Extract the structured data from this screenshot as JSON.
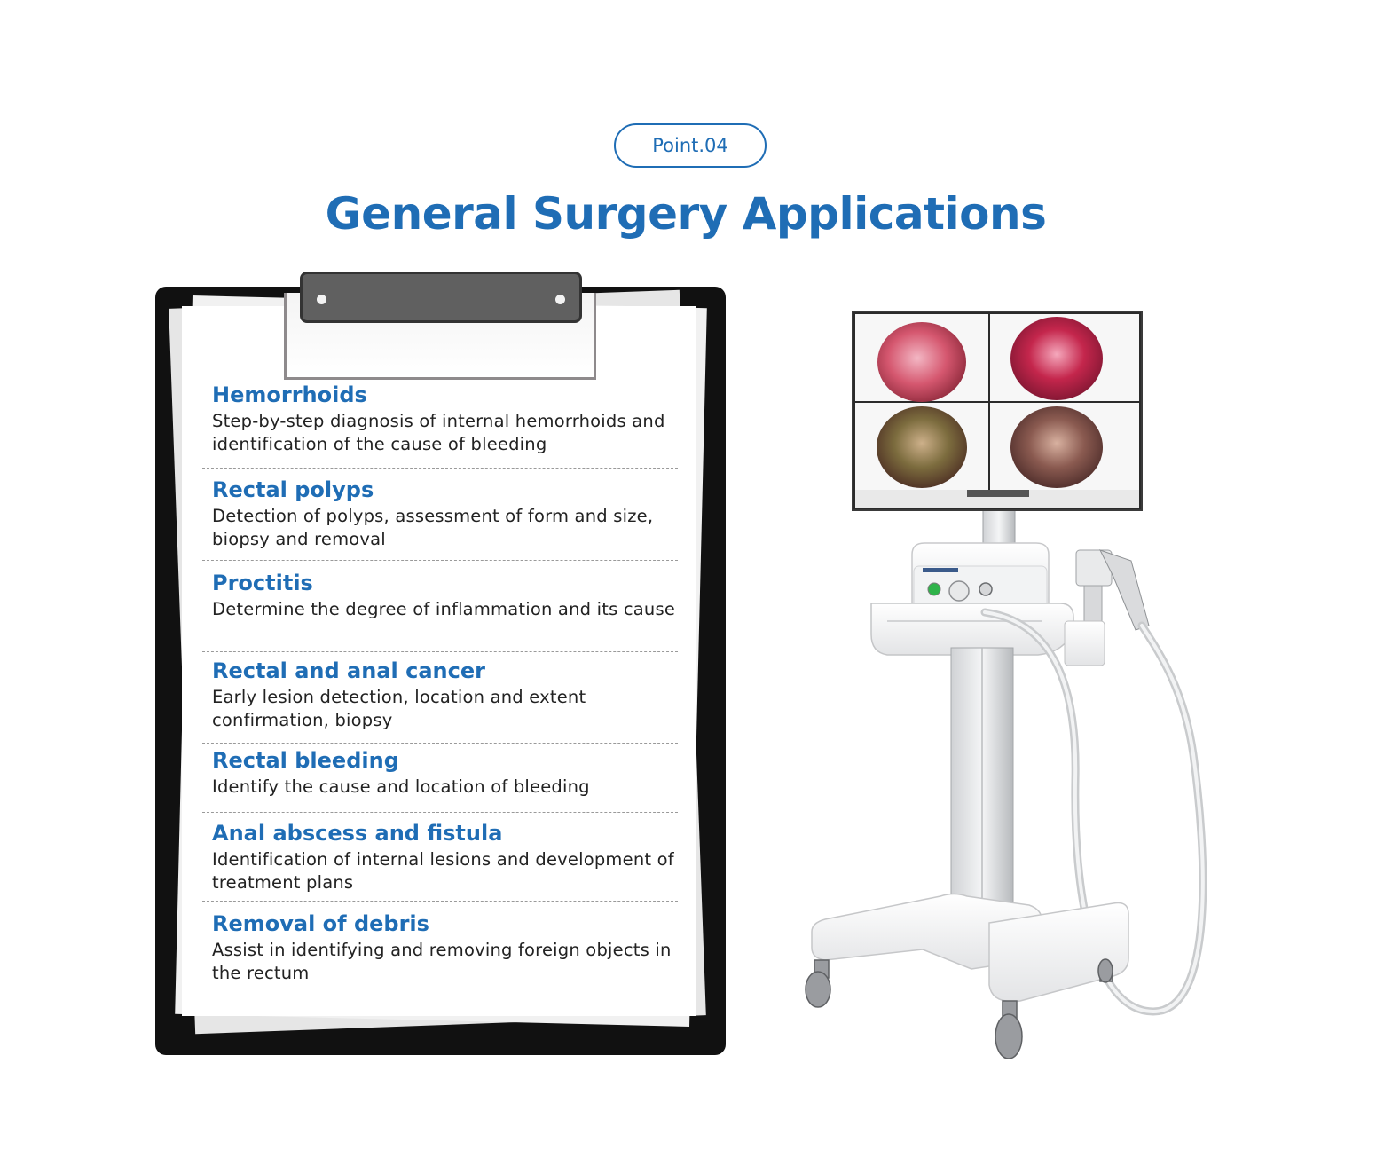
{
  "badge": {
    "label": "Point.04"
  },
  "title": "General Surgery Applications",
  "applications": [
    {
      "title": "Hemorrhoids",
      "description": "Step-by-step diagnosis of internal hemorrhoids and identification of the cause of bleeding"
    },
    {
      "title": "Rectal polyps",
      "description": "Detection of polyps, assessment of form and size, biopsy and removal"
    },
    {
      "title": "Proctitis",
      "description": "Determine the degree of inflammation and its cause"
    },
    {
      "title": "Rectal and anal cancer",
      "description": "Early lesion detection, location and extent confirmation, biopsy"
    },
    {
      "title": "Rectal bleeding",
      "description": "Identify the cause and location of bleeding"
    },
    {
      "title": "Anal abscess and fistula",
      "description": "Identification of internal lesions and development of treatment plans"
    },
    {
      "title": "Removal of debris",
      "description": "Assist in identifying and removing foreign objects in the rectum"
    }
  ],
  "colors": {
    "accent": "#1f6db5",
    "text": "#222222",
    "clipboard": "#111111"
  },
  "icons": {
    "device": "endoscopy-cart-illustration",
    "clipboard": "clipboard-illustration"
  }
}
